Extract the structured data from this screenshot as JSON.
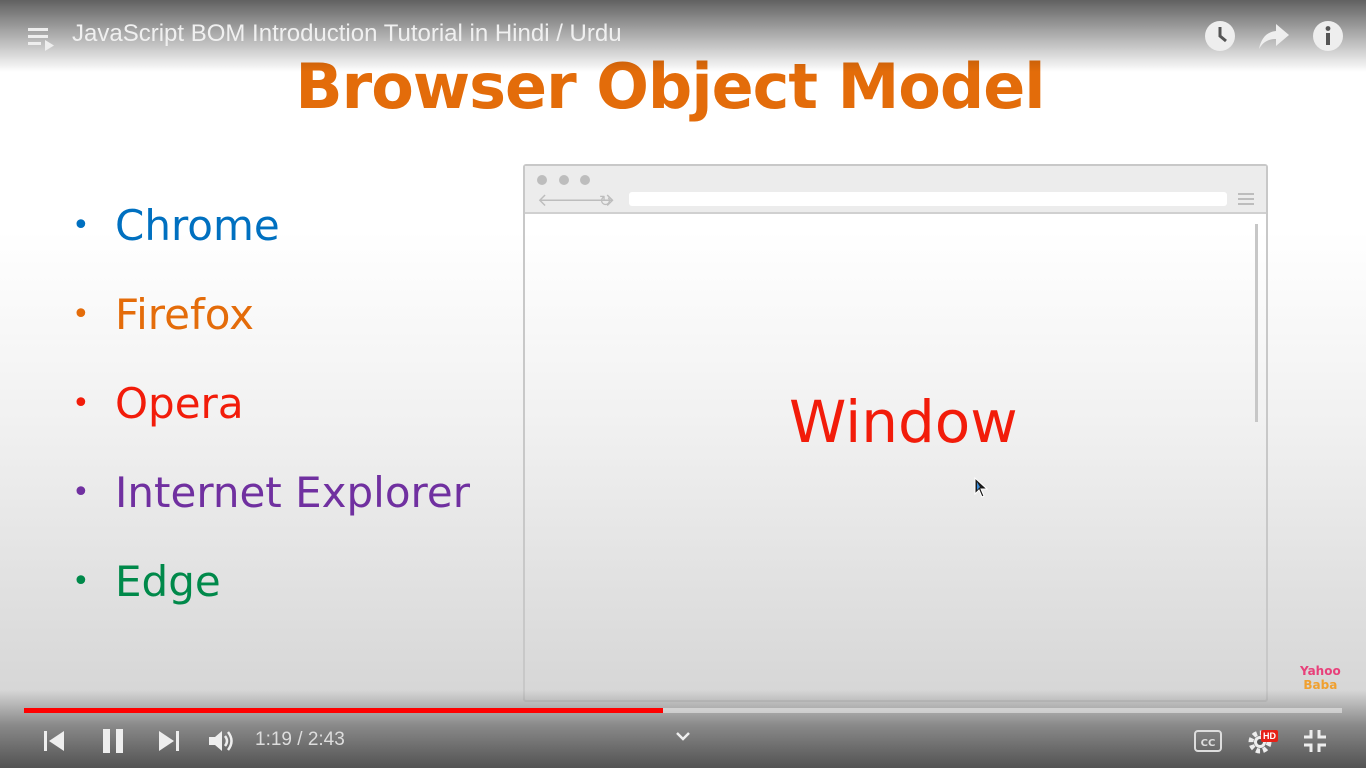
{
  "video": {
    "title": "JavaScript BOM Introduction Tutorial in Hindi / Urdu",
    "time_display": "1:19 / 2:43",
    "progress": 0.485,
    "accent_color": "#ff0000"
  },
  "slide": {
    "title": "Browser Object Model",
    "title_color": "#e36c0a",
    "bullets": [
      {
        "label": "Chrome",
        "color": "#0070c0"
      },
      {
        "label": "Firefox",
        "color": "#e46c0a"
      },
      {
        "label": "Opera",
        "color": "#f21c0a"
      },
      {
        "label": "Internet Explorer",
        "color": "#7030a0"
      },
      {
        "label": "Edge",
        "color": "#00894a"
      }
    ],
    "window_label": "Window",
    "watermark": {
      "line1": "Yahoo",
      "line2": "Baba"
    }
  },
  "icons": {
    "top": [
      "playlist-icon",
      "watch-later-icon",
      "share-icon",
      "info-icon"
    ],
    "bottom": [
      "previous-icon",
      "pause-icon",
      "next-icon",
      "volume-icon",
      "chevron-down-icon",
      "captions-icon",
      "settings-icon",
      "exit-fullscreen-icon"
    ],
    "hd_badge": "HD"
  }
}
